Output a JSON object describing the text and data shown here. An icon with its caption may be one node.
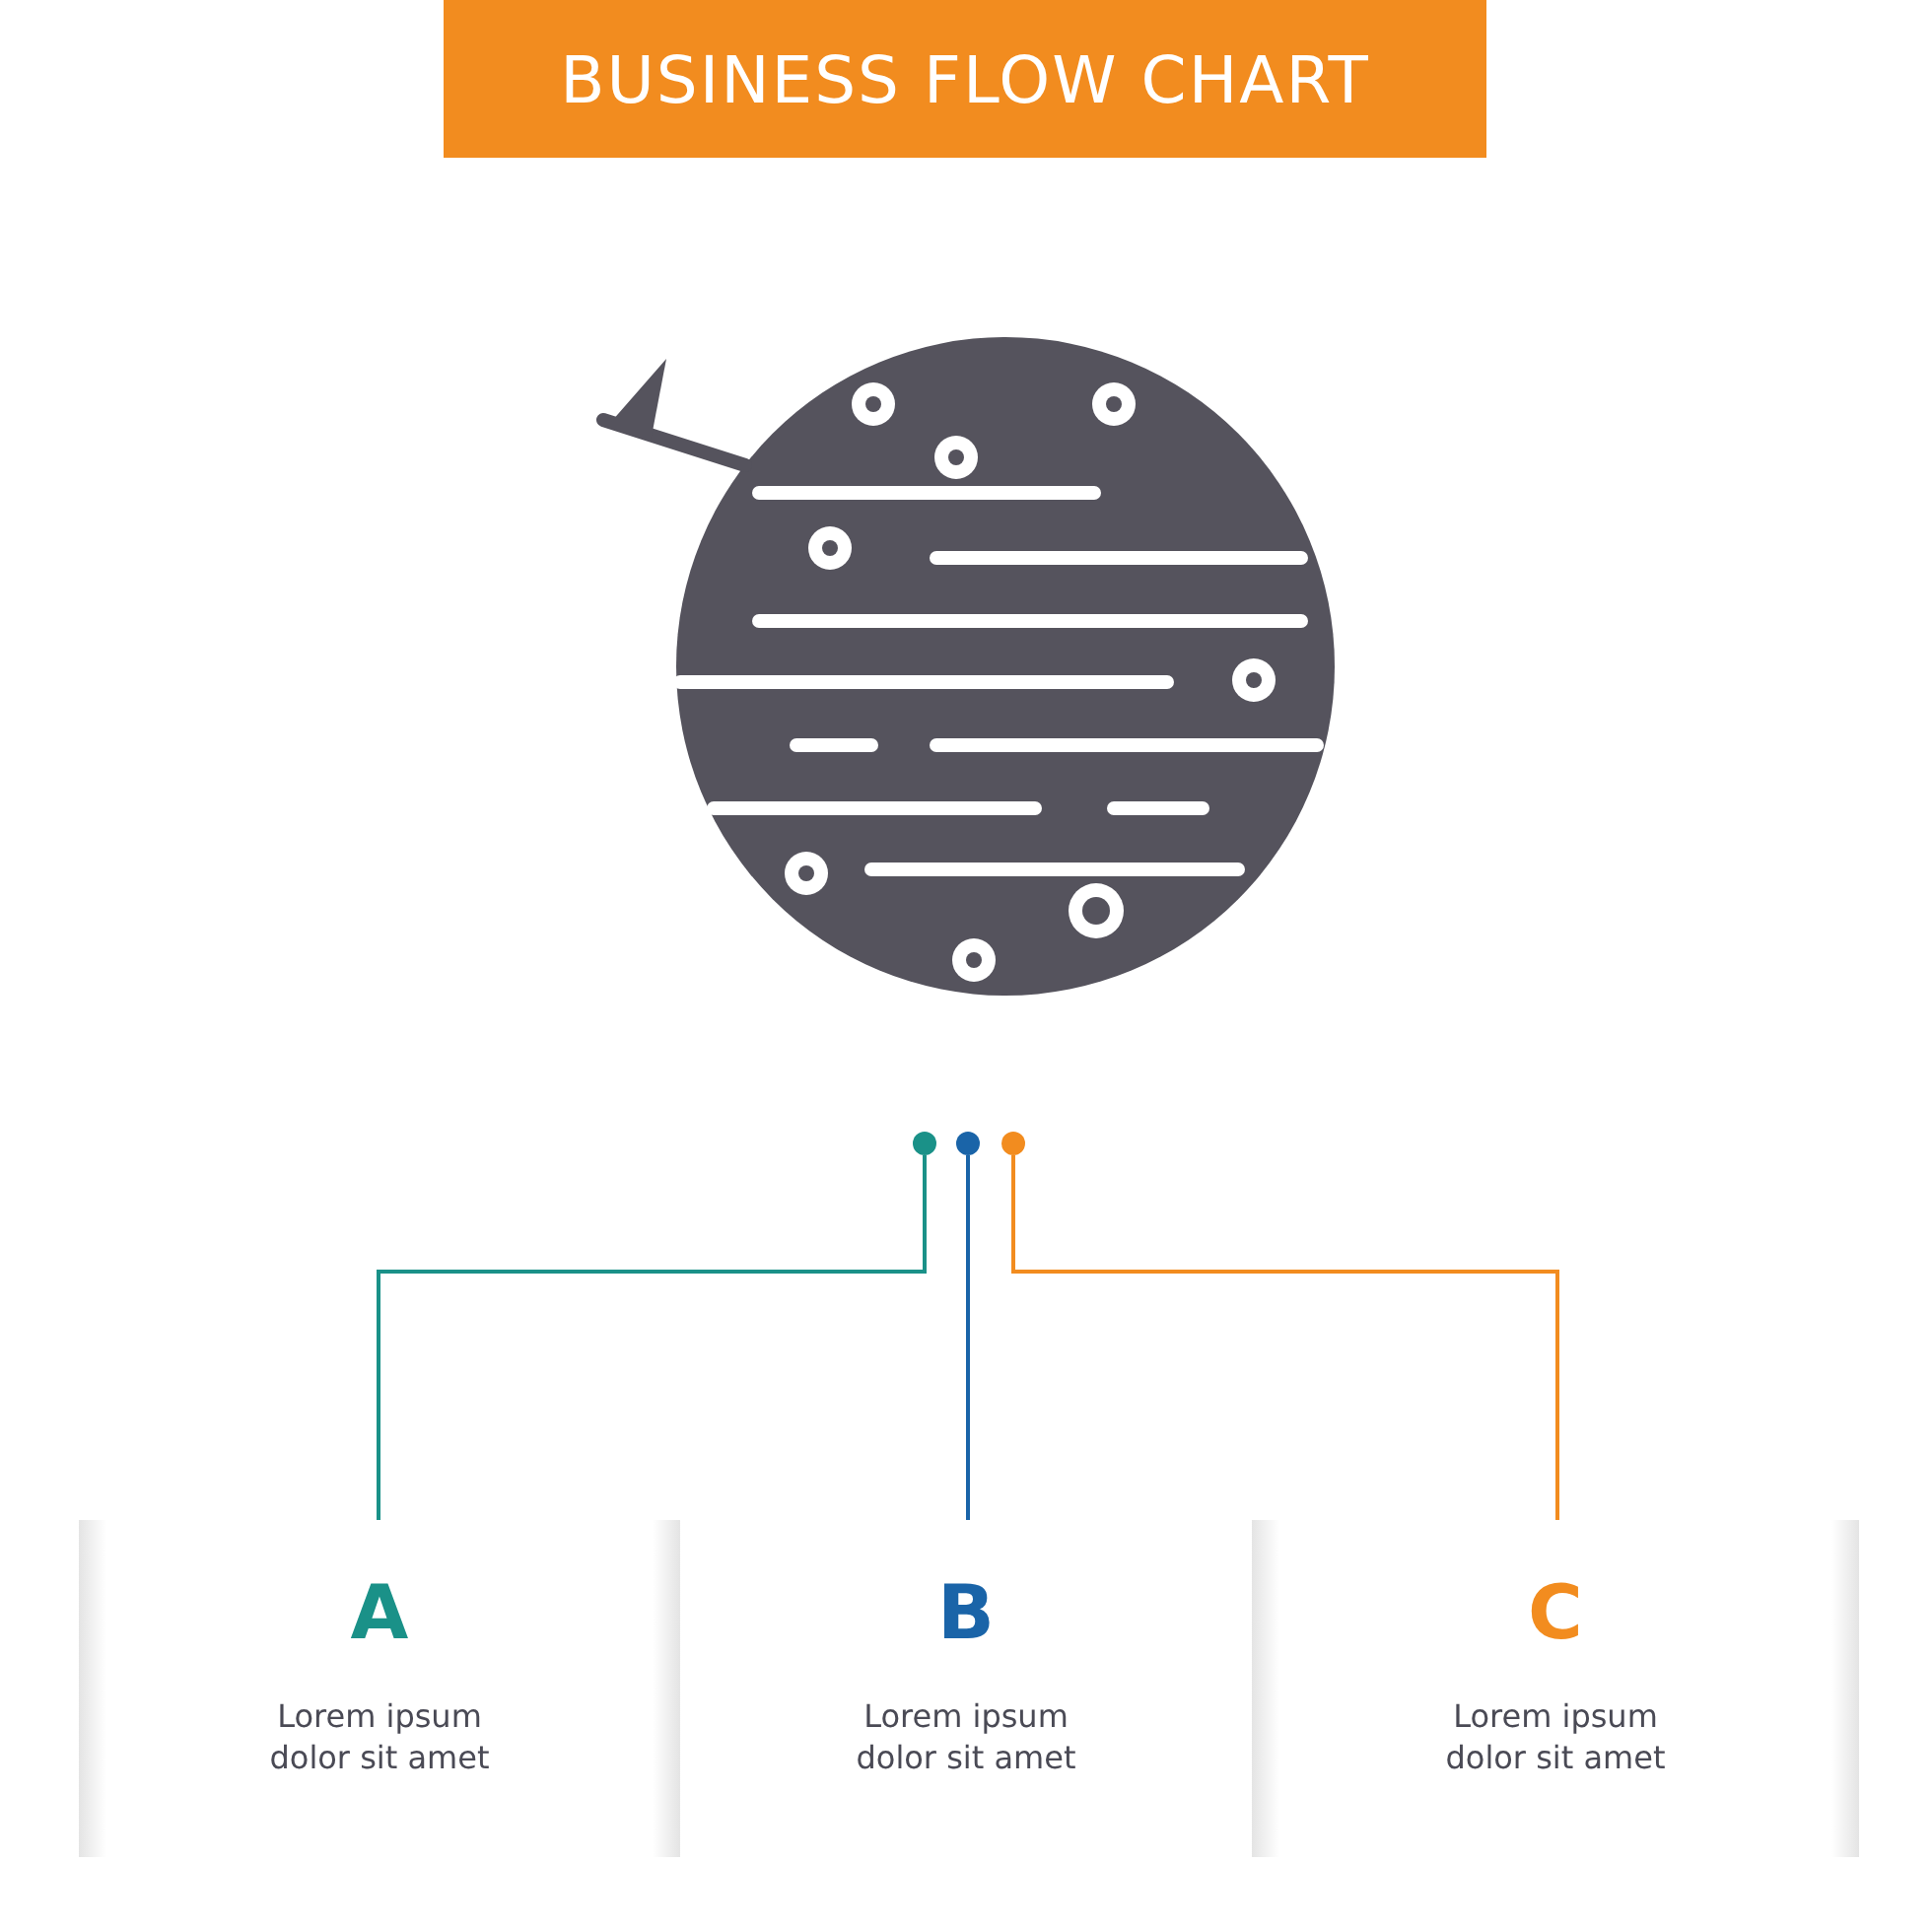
{
  "diagram": {
    "title": "BUSINESS FLOW CHART",
    "nodes": [
      {
        "text": [],
        "shape": "circle"
      },
      {
        "text": [],
        "shape": "circle"
      },
      {
        "text": [],
        "shape": "circle"
      },
      {
        "text": [
          "A",
          "Lorem ipsum dolor sit amet"
        ]
      },
      {
        "text": [
          "B",
          "Lorem ipsum dolor sit amet"
        ]
      },
      {
        "text": [
          "C",
          "Lorem ipsum dolor sit amet"
        ]
      }
    ],
    "edges": [
      {
        "from": 0,
        "to": 3,
        "arrow": "none",
        "color": "#1a9188"
      },
      {
        "from": 1,
        "to": 4,
        "arrow": "none",
        "color": "#1a64a8"
      },
      {
        "from": 2,
        "to": 5,
        "arrow": "none",
        "color": "#f28c1f"
      }
    ]
  }
}
